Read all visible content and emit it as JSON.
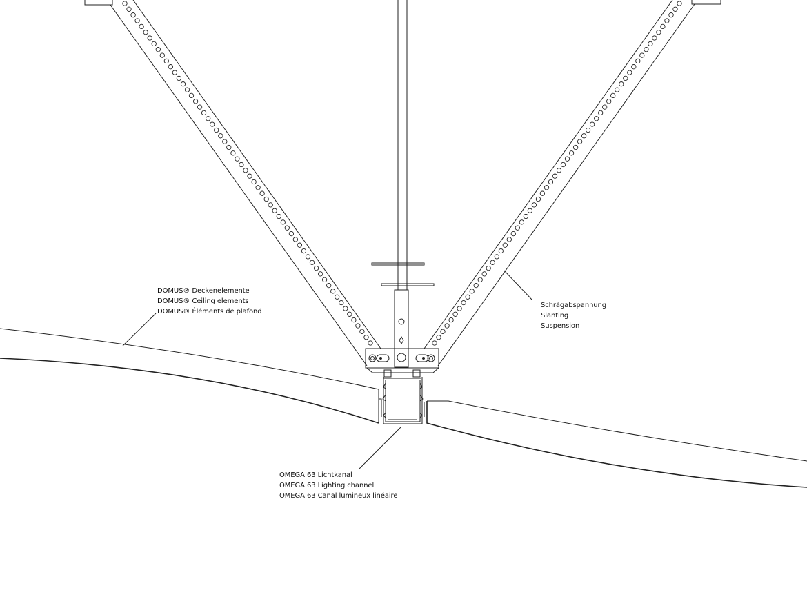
{
  "drawing": {
    "type": "technical-section",
    "subject": "Suspended ceiling detail with lighting channel and slanting suspension"
  },
  "labels": {
    "ceiling_elements": {
      "lines": [
        "DOMUS® Deckenelemente",
        "DOMUS® Ceiling elements",
        "DOMUS® Éléments de plafond"
      ]
    },
    "slanting_suspension": {
      "lines": [
        "Schrägabspannung",
        "Slanting",
        "Suspension"
      ]
    },
    "lighting_channel": {
      "lines": [
        "OMEGA 63 Lichtkanal",
        "OMEGA 63 Lighting channel",
        "OMEGA 63 Canal lumineux linéaire"
      ]
    }
  },
  "colors": {
    "line": "#222222",
    "background": "#ffffff"
  }
}
